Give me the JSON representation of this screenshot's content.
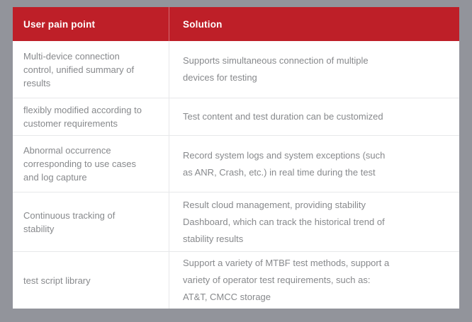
{
  "page": {
    "background_color": "#92949b",
    "card_color": "#ffffff"
  },
  "colors": {
    "header_red": "#be1f28",
    "header_text": "#ffffff",
    "body_text": "#87898c",
    "divider": "#e7e8ea"
  },
  "table": {
    "headers": [
      "User pain point",
      "Solution"
    ],
    "rows": [
      {
        "pain": "Multi-device connection control, unified summary of results",
        "solution": "Supports simultaneous connection of multiple devices for testing"
      },
      {
        "pain": "flexibly modified according to customer requirements",
        "solution": "Test content and test duration can be customized"
      },
      {
        "pain": "Abnormal occurrence corresponding to use cases and log capture",
        "solution": "Record system logs and system exceptions (such as ANR, Crash, etc.) in real time during the test"
      },
      {
        "pain": "Continuous tracking of stability",
        "solution": "Result cloud management, providing stability Dashboard, which can track the historical trend of stability results"
      },
      {
        "pain": "test script library",
        "solution": "Support a variety of MTBF test methods, support a variety of operator test requirements, such as: AT&T, CMCC storage"
      }
    ]
  }
}
